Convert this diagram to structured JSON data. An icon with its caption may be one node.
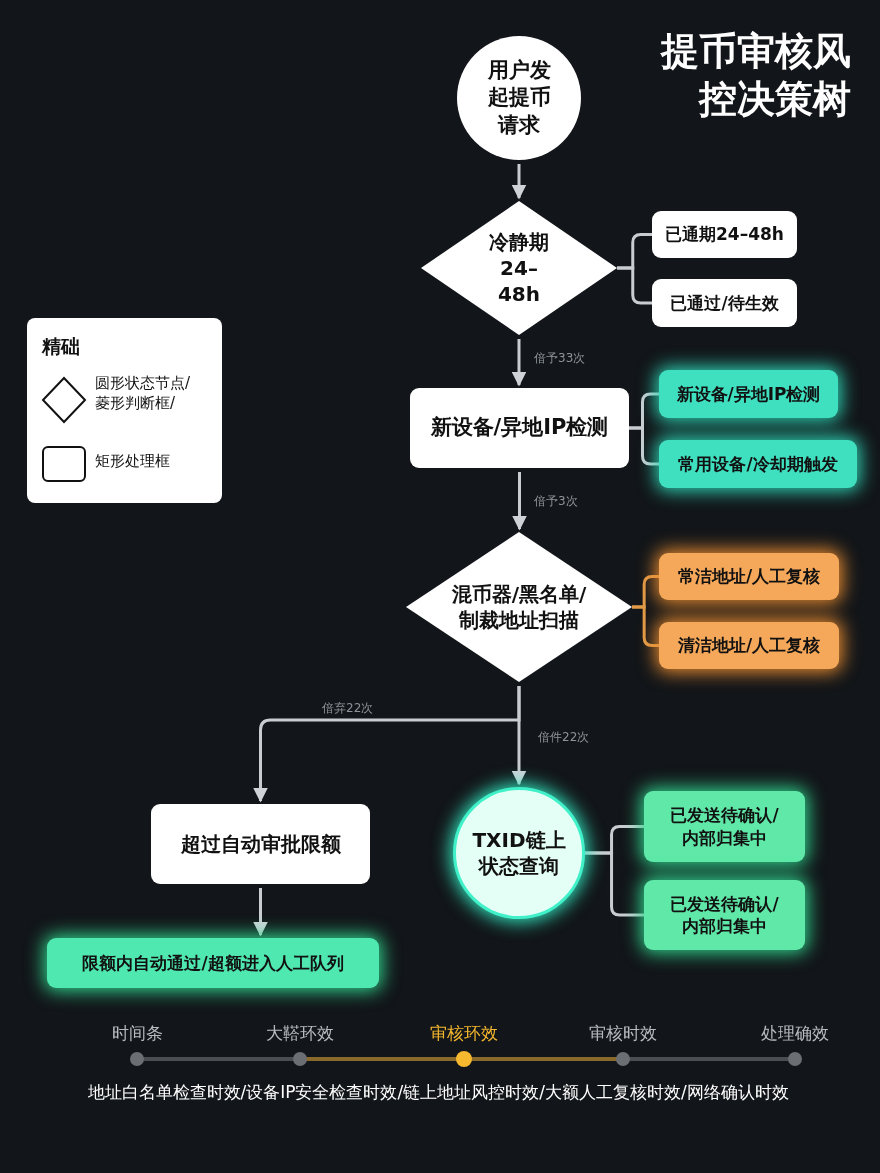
{
  "diagram": {
    "title": "提币审核风控决策树",
    "nodes": [
      {
        "text": [
          "用户发起提币请求"
        ]
      },
      {
        "text": [
          "冷静期24–48h"
        ]
      },
      {
        "text": [
          "已通期24–48h"
        ]
      },
      {
        "text": [
          "已通过/待生效"
        ]
      },
      {
        "text": [
          "新设备/异地IP检测"
        ]
      },
      {
        "text": [
          "新设备/异地IP检测"
        ]
      },
      {
        "text": [
          "常用设备/冷却期触发"
        ]
      },
      {
        "text": [
          "混币器/黑名单/制裁地址扫描"
        ]
      },
      {
        "text": [
          "常洁地址/人工复核"
        ]
      },
      {
        "text": [
          "清洁地址/人工复核"
        ]
      },
      {
        "text": [
          "超过自动审批限额"
        ]
      },
      {
        "text": [
          "TXID链上状态查询"
        ]
      },
      {
        "text": [
          "已发送待确认/内部归集中"
        ]
      },
      {
        "text": [
          "已发送待确认/内部归集中"
        ]
      },
      {
        "text": [
          "限额内自动通过/超额进入人工队列"
        ]
      }
    ],
    "edges": [
      {
        "from": 0,
        "to": 1,
        "arrow": "to"
      },
      {
        "from": 1,
        "to": 2,
        "arrow": "none"
      },
      {
        "from": 1,
        "to": 3,
        "arrow": "none"
      },
      {
        "from": 1,
        "to": 4,
        "arrow": "to",
        "label": "偣予33次"
      },
      {
        "from": 4,
        "to": 5,
        "arrow": "none"
      },
      {
        "from": 4,
        "to": 6,
        "arrow": "none"
      },
      {
        "from": 4,
        "to": 7,
        "arrow": "to",
        "label": "偣予3次"
      },
      {
        "from": 7,
        "to": 8,
        "arrow": "none",
        "color": "#e09a48"
      },
      {
        "from": 7,
        "to": 9,
        "arrow": "none",
        "color": "#e09a48"
      },
      {
        "from": 7,
        "to": 10,
        "arrow": "to",
        "label": "偣弃22次"
      },
      {
        "from": 7,
        "to": 11,
        "arrow": "to",
        "label": "偣件22次"
      },
      {
        "from": 11,
        "to": 12,
        "arrow": "none"
      },
      {
        "from": 11,
        "to": 13,
        "arrow": "none"
      },
      {
        "from": 10,
        "to": 14,
        "arrow": "to"
      }
    ],
    "labels": [
      "精础",
      "时间条",
      "大鞳环效",
      "审核环效",
      "审核时效",
      "处理确效",
      "地址白名单检查时效/设备IP安全检查时效/链上地址风控时效/大额人工复核时效/网络确认时效"
    ],
    "legend": [
      {
        "text": "圆形状态节点/菱形判断框/"
      },
      {
        "text": "矩形处理框"
      }
    ]
  }
}
